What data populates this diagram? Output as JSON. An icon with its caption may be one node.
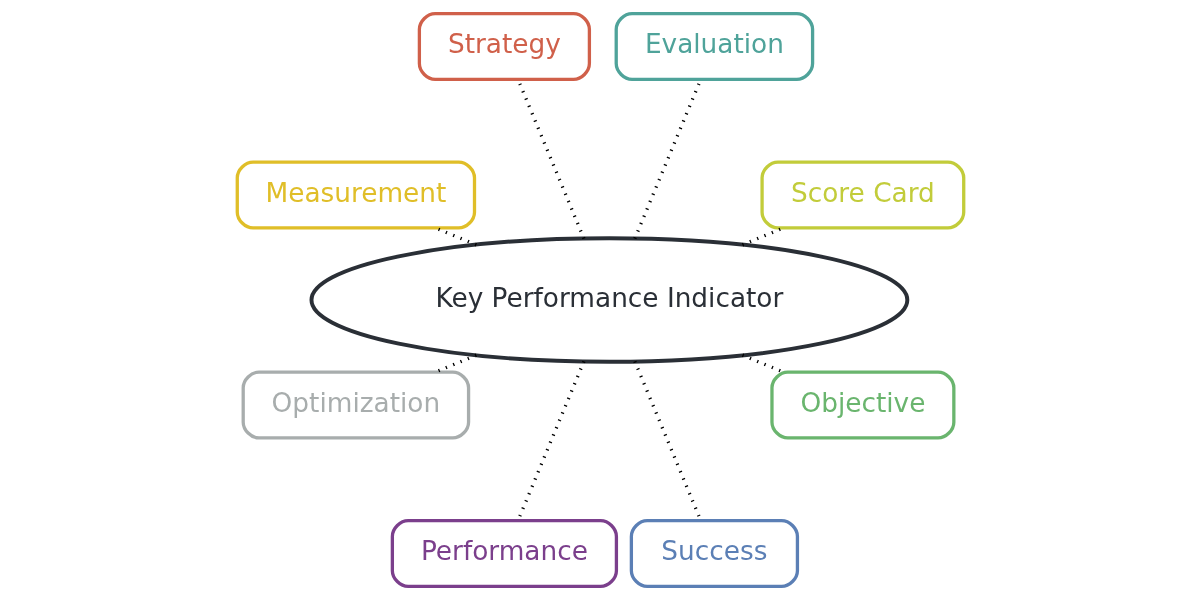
{
  "diagram": {
    "nodes": [
      {
        "text": [
          "Key Performance Indicator"
        ]
      },
      {
        "text": [
          "Score Card"
        ]
      },
      {
        "text": [
          "Evaluation"
        ]
      },
      {
        "text": [
          "Strategy"
        ]
      },
      {
        "text": [
          "Measurement"
        ]
      },
      {
        "text": [
          "Optimization"
        ]
      },
      {
        "text": [
          "Performance"
        ]
      },
      {
        "text": [
          "Success"
        ]
      },
      {
        "text": [
          "Objective"
        ]
      }
    ],
    "edges": [
      {
        "from": 0,
        "to": 1,
        "arrow": "none"
      },
      {
        "from": 0,
        "to": 2,
        "arrow": "none"
      },
      {
        "from": 0,
        "to": 3,
        "arrow": "none"
      },
      {
        "from": 0,
        "to": 4,
        "arrow": "none"
      },
      {
        "from": 0,
        "to": 5,
        "arrow": "none"
      },
      {
        "from": 0,
        "to": 6,
        "arrow": "none"
      },
      {
        "from": 0,
        "to": 7,
        "arrow": "none"
      },
      {
        "from": 0,
        "to": 8,
        "arrow": "none"
      }
    ]
  }
}
